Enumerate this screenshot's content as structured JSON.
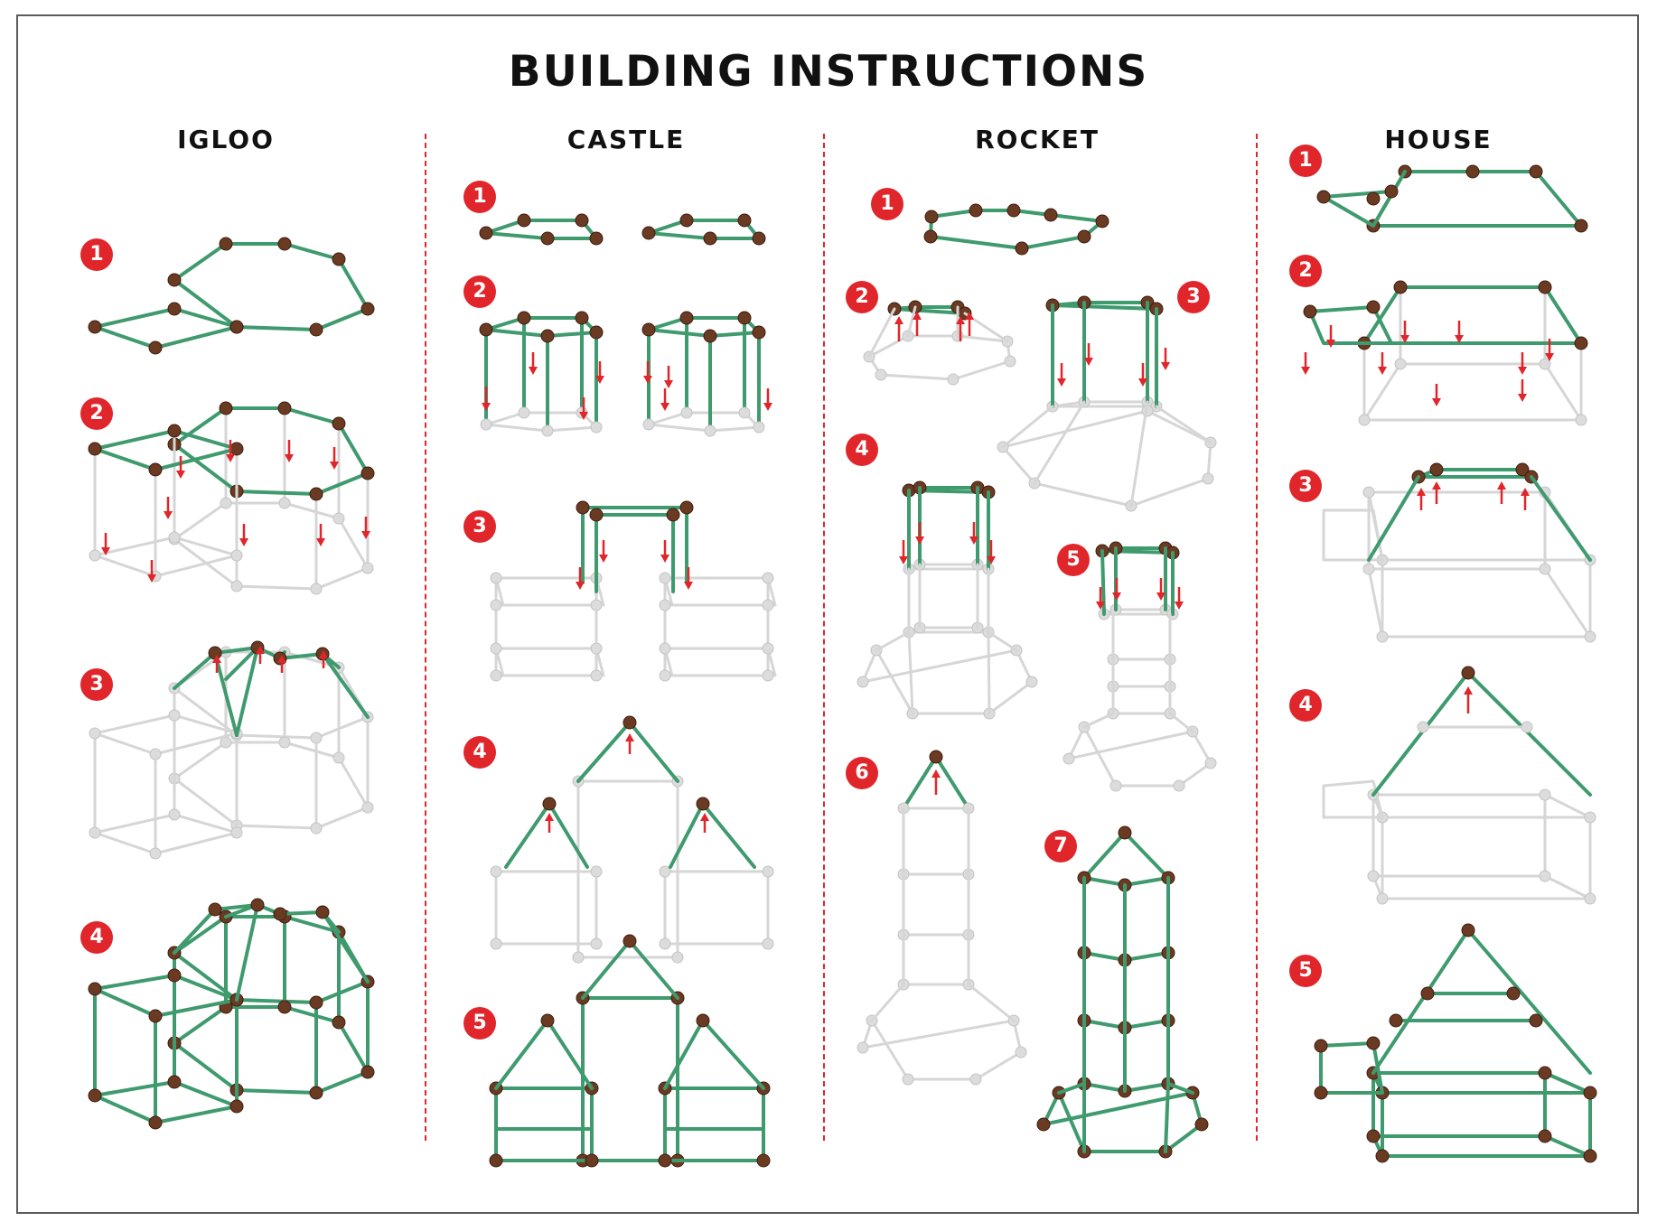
{
  "title": "BUILDING INSTRUCTIONS",
  "columns": [
    {
      "name": "IGLOO",
      "steps": [
        "1",
        "2",
        "3",
        "4"
      ]
    },
    {
      "name": "CASTLE",
      "steps": [
        "1",
        "2",
        "3",
        "4",
        "5"
      ]
    },
    {
      "name": "ROCKET",
      "steps": [
        "1",
        "2",
        "3",
        "4",
        "5",
        "6",
        "7"
      ]
    },
    {
      "name": "HOUSE",
      "steps": [
        "1",
        "2",
        "3",
        "4",
        "5"
      ]
    }
  ],
  "colors": {
    "accent_red": "#e0262b",
    "rod_green": "#3f9a6e",
    "rod_faded": "#d6d6d6",
    "connector_brown": "#6b3a22",
    "connector_faded": "#dcdcdc",
    "frame_border": "#5a5a5a"
  }
}
